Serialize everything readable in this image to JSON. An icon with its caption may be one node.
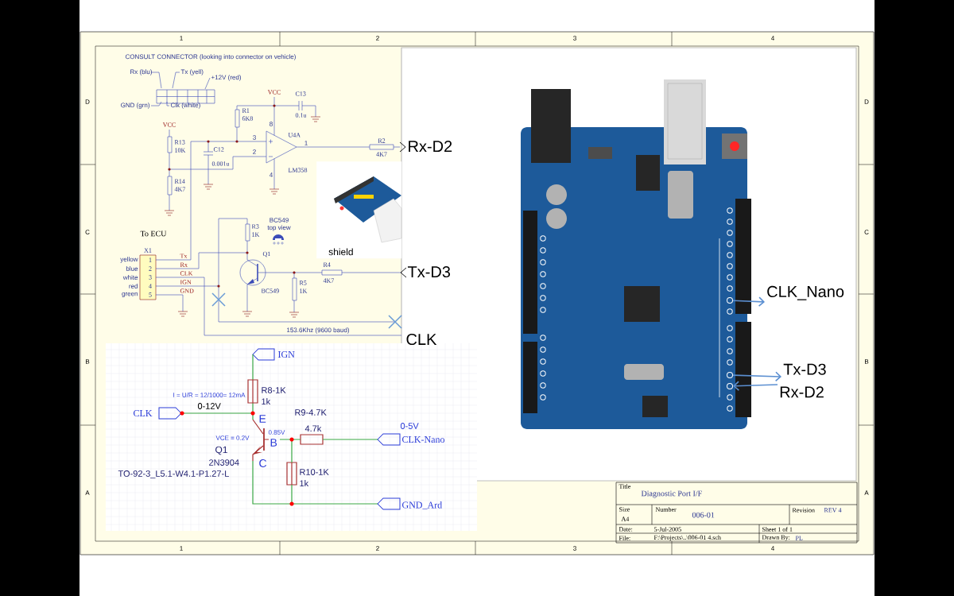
{
  "diagram": {
    "nodes": [
      {
        "text": [
          "shield"
        ]
      },
      {
        "text": [],
        "shape": "picture"
      },
      {
        "text": [],
        "shape": "circle",
        "in": 1
      },
      {
        "text": [],
        "shape": "circle",
        "in": 1
      },
      {
        "text": [],
        "shape": "circle",
        "in": 1
      },
      {
        "text": [
          "CLK_Nano"
        ]
      },
      {
        "text": [
          "Tx-D3"
        ]
      },
      {
        "text": [
          "Rx-D2"
        ]
      }
    ],
    "edges": [
      {
        "from": 2,
        "to": 5,
        "arrow": "to"
      },
      {
        "from": 3,
        "to": 6,
        "arrow": "to"
      },
      {
        "from": 7,
        "to": 4,
        "arrow": "to"
      }
    ],
    "labels": [
      "1",
      "2",
      "3",
      "4",
      "D",
      "D",
      "CONSULT CONNECTOR (looking into connector on vehicle)",
      "Rx (blu)",
      "Tx (yell)",
      "+12V (red)",
      "GND (grn)",
      "Clk (white)",
      "VCC",
      "C13",
      "0.1u",
      "R1",
      "6K8",
      "8",
      "VCC",
      "3",
      "U4A",
      "1",
      "R2",
      "R13",
      "10K",
      "C12",
      "2",
      "0.001u",
      "4K7",
      "LM358",
      "4",
      "R14",
      "4K7",
      "To ECU",
      "BC549",
      "top view",
      "R3",
      "1K",
      "C",
      "C",
      "X1",
      "Q1",
      "Tx",
      "yellow",
      "1",
      "R4",
      "Rx",
      "blue",
      "2",
      "CLK",
      "4K7",
      "white",
      "3",
      "R5",
      "IGN",
      "red",
      "4",
      "BC549",
      "1K",
      "GND",
      "green",
      "5",
      "153.6Khz (9600 baud)",
      "Rx-D2",
      "Tx-D3",
      "CLK",
      "IGN",
      "I = U/R = 12/1000= 12mA",
      "R8-1K",
      "1k",
      "0-12V",
      "CLK",
      "E",
      "R9-4.7K",
      "0-5V",
      "4.7k",
      "0.85V",
      "VCE = 0.2V",
      "B",
      "CLK-Nano",
      "Q1",
      "C",
      "2N3904",
      "R10-1K",
      "TO-92-3_L5.1-W4.1-P1.27-L",
      "1k",
      "GND_Ard",
      "B",
      "B",
      "A",
      "A",
      "Title",
      "Diagnostic Port I/F",
      "Size",
      "Number",
      "006-01",
      "Revision",
      "REV 4",
      "A4",
      "Date:",
      "5-Jul-2005",
      "Sheet 1 of 1",
      "File:",
      "F:\\Projects\\..\\006-01  4.sch",
      "Drawn By:",
      "PL",
      "1",
      "2",
      "3",
      "4"
    ]
  }
}
